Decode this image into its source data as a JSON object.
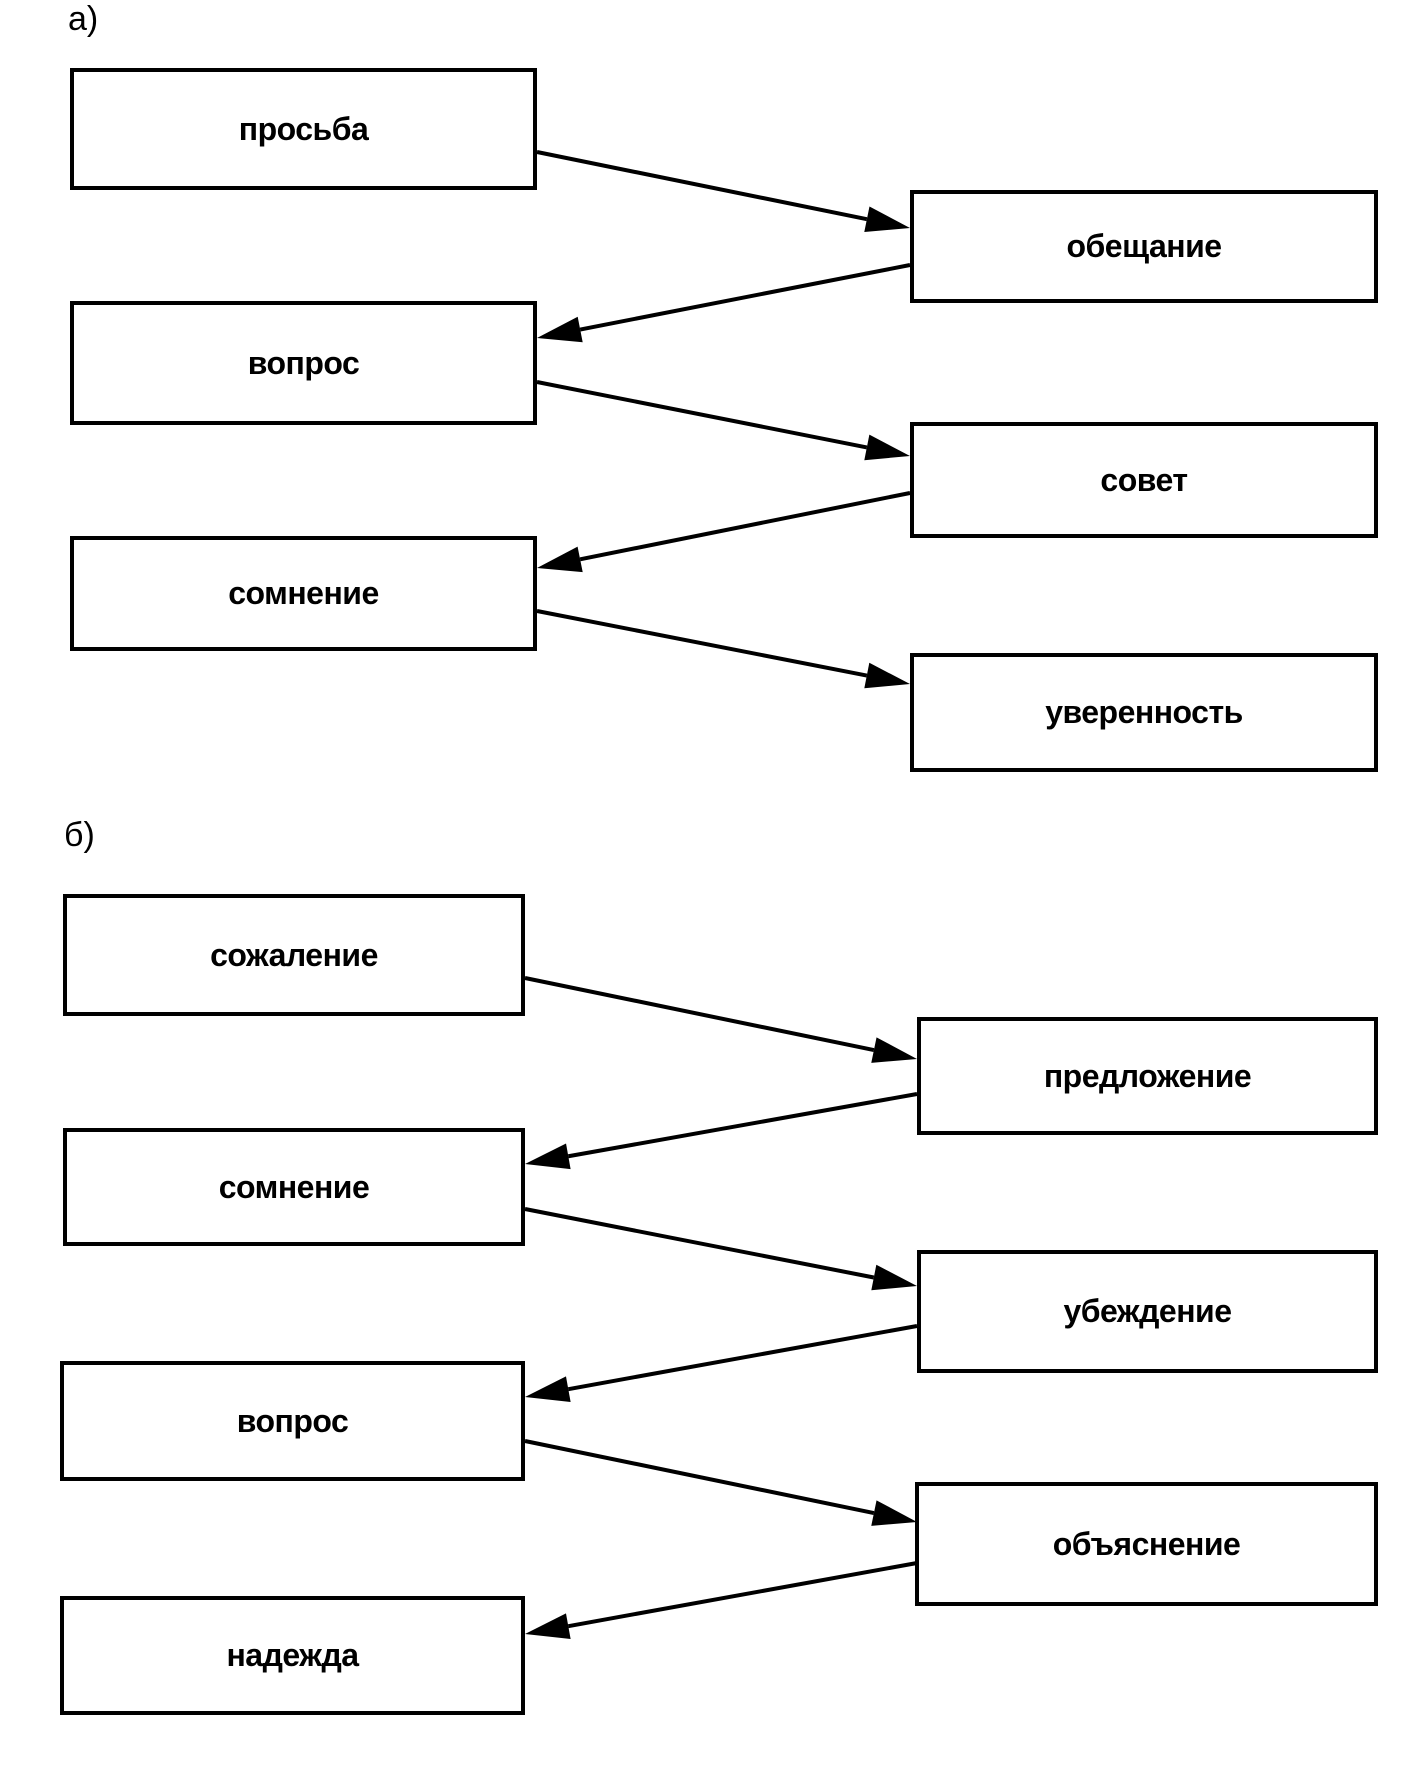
{
  "sections": [
    {
      "label": "а)",
      "left_nodes": [
        "просьба",
        "вопрос",
        "сомнение"
      ],
      "right_nodes": [
        "обещание",
        "совет",
        "уверенность"
      ],
      "edges": [
        {
          "from": "просьба",
          "to": "обещание"
        },
        {
          "from": "обещание",
          "to": "вопрос"
        },
        {
          "from": "вопрос",
          "to": "совет"
        },
        {
          "from": "совет",
          "to": "сомнение"
        },
        {
          "from": "сомнение",
          "to": "уверенность"
        }
      ]
    },
    {
      "label": "б)",
      "left_nodes": [
        "сожаление",
        "сомнение",
        "вопрос",
        "надежда"
      ],
      "right_nodes": [
        "предложение",
        "убеждение",
        "объяснение"
      ],
      "edges": [
        {
          "from": "сожаление",
          "to": "предложение"
        },
        {
          "from": "предложение",
          "to": "сомнение"
        },
        {
          "from": "сомнение",
          "to": "убеждение"
        },
        {
          "from": "убеждение",
          "to": "вопрос"
        },
        {
          "from": "вопрос",
          "to": "объяснение"
        },
        {
          "from": "объяснение",
          "to": "надежда"
        }
      ]
    }
  ]
}
